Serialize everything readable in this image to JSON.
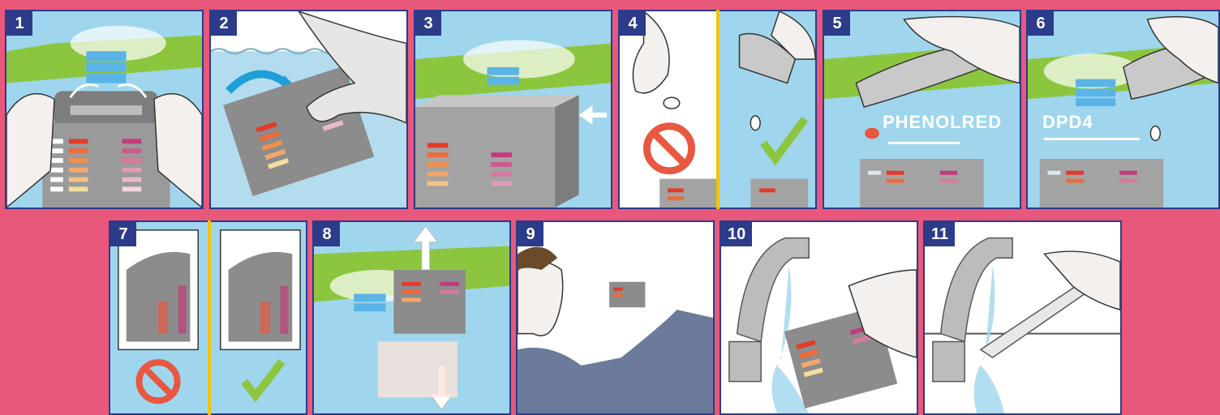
{
  "steps": [
    {
      "number": "1"
    },
    {
      "number": "2"
    },
    {
      "number": "3"
    },
    {
      "number": "4"
    },
    {
      "number": "5",
      "label": "PHENOLRED"
    },
    {
      "number": "6",
      "label": "DPD4"
    },
    {
      "number": "7"
    },
    {
      "number": "8"
    },
    {
      "number": "9"
    },
    {
      "number": "10"
    },
    {
      "number": "11"
    }
  ],
  "colors": {
    "background": "#e8587a",
    "frame": "#2c3b8a",
    "water": "#9fd6ee",
    "grass": "#8cc63f",
    "no_sign": "#e8573f",
    "check": "#8cc63f",
    "divider": "#f2c200"
  },
  "icons": [
    "prohibited-icon",
    "checkmark-icon",
    "arrow-icon"
  ]
}
